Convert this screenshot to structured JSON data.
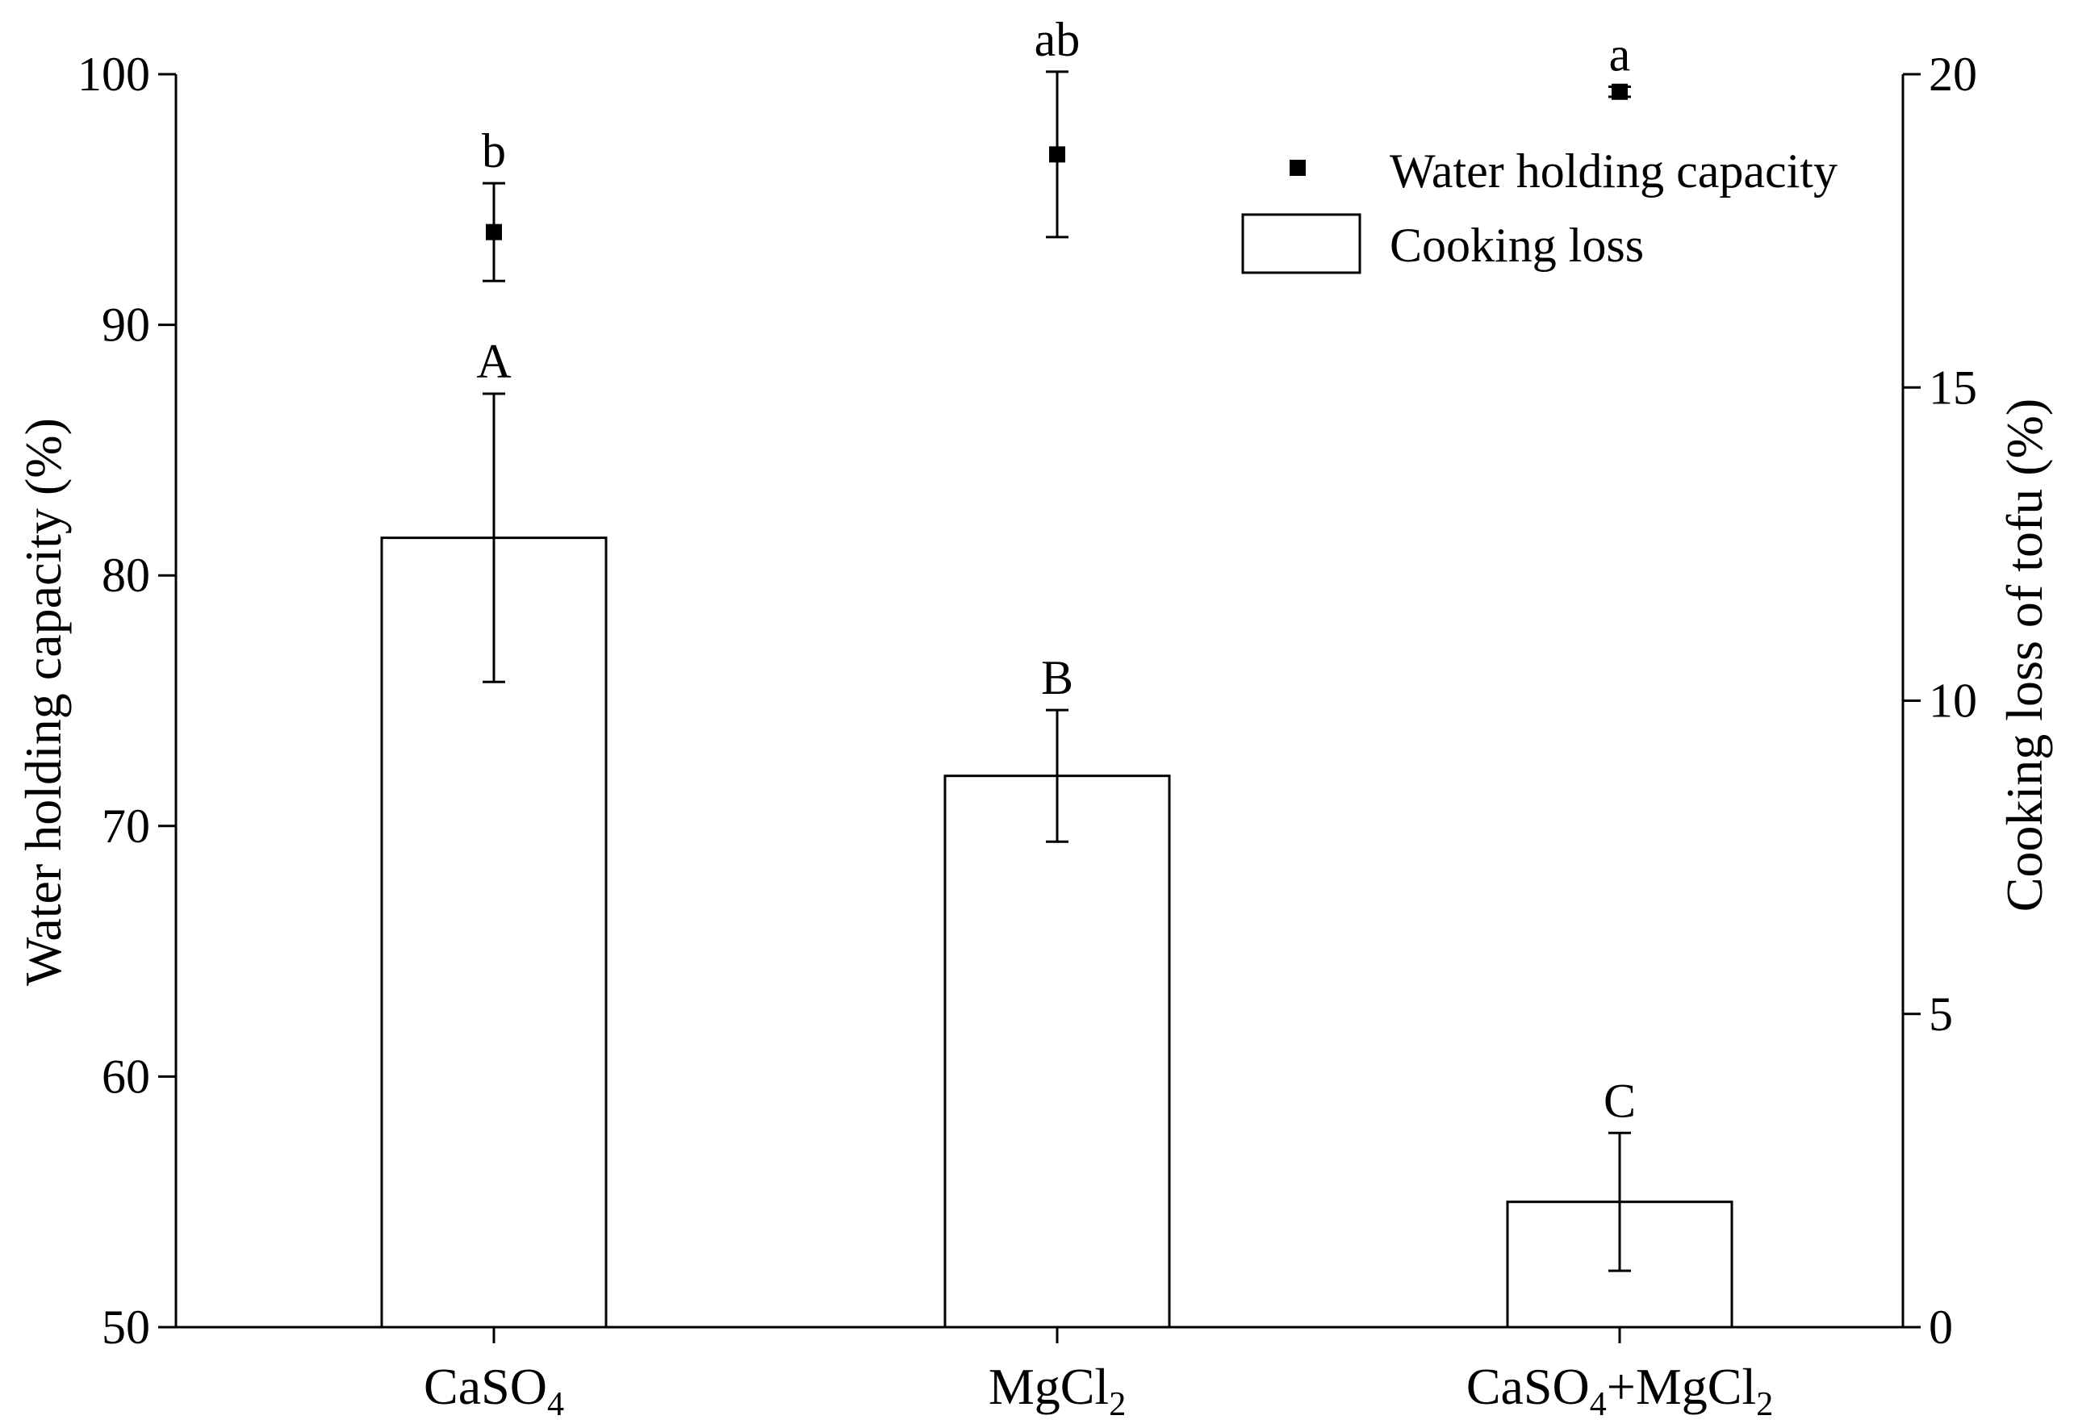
{
  "chart_data": {
    "type": "bar",
    "categories": [
      {
        "base": "CaSO",
        "sub": "4",
        "rest": "",
        "sub2": ""
      },
      {
        "base": "MgCl",
        "sub": "2",
        "rest": "",
        "sub2": ""
      },
      {
        "base": "CaSO",
        "sub": "4",
        "rest": "+MgCl",
        "sub2": "2"
      }
    ],
    "y_left": {
      "label": "Water holding capacity (%)",
      "lim": [
        50,
        100
      ],
      "ticks": [
        50,
        60,
        70,
        80,
        90,
        100
      ]
    },
    "y_right": {
      "label": "Cooking loss of tofu (%)",
      "lim": [
        0,
        20
      ],
      "ticks": [
        0,
        5,
        10,
        15,
        20
      ]
    },
    "series": [
      {
        "name": "Water holding capacity",
        "kind": "scatter",
        "axis": "left",
        "values": [
          93.7,
          96.8,
          99.3
        ],
        "errors": [
          1.95,
          3.3,
          0.2
        ],
        "letters": [
          "b",
          "ab",
          "a"
        ]
      },
      {
        "name": "Cooking loss",
        "kind": "bar",
        "axis": "right",
        "values": [
          12.6,
          8.8,
          2.0
        ],
        "errors": [
          2.3,
          1.05,
          1.1
        ],
        "letters": [
          "A",
          "B",
          "C"
        ]
      }
    ],
    "legend_position": "top-right",
    "grid": false,
    "colors": {
      "bar_fill": "#ffffff",
      "stroke": "#000000",
      "marker": "#000000"
    }
  }
}
